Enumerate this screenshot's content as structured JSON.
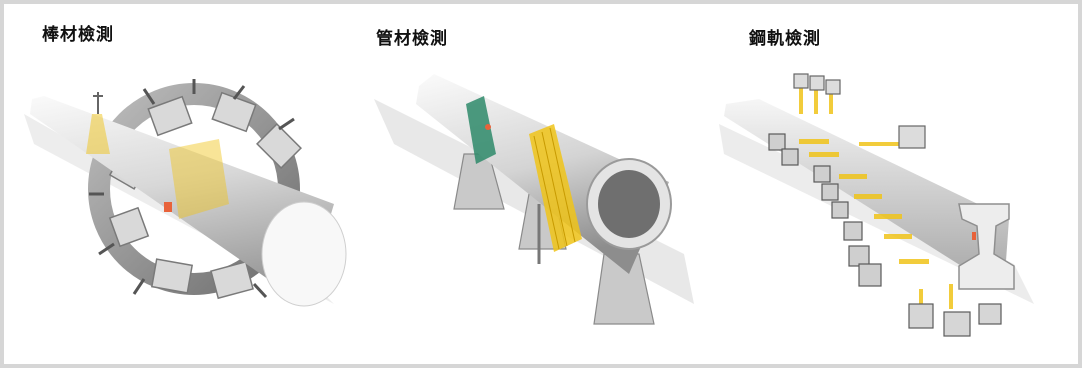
{
  "panels": [
    {
      "title": "棒材檢測",
      "illustration": "bar-inspection"
    },
    {
      "title": "管材檢測",
      "illustration": "tube-inspection"
    },
    {
      "title": "鋼軌檢測",
      "illustration": "rail-inspection"
    }
  ],
  "colors": {
    "frame": "#d6d6d6",
    "metal_light": "#f2f2f2",
    "metal_mid": "#cfcfcf",
    "metal_dark": "#8e8e8e",
    "ultrasound": "#f0c419",
    "tube_band": "#2e8a6a",
    "defect": "#e8623a"
  }
}
